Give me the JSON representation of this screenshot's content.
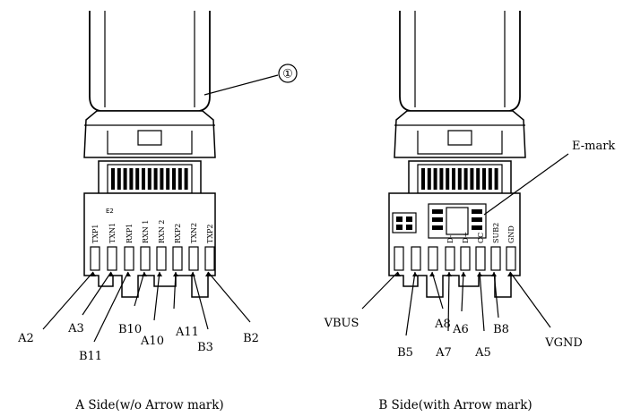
{
  "callout": "①",
  "emark_label": "E-mark",
  "board_code": "E2",
  "side_a": {
    "caption": "A Side(w/o Arrow mark)",
    "pins": [
      "TXP1",
      "TXN1",
      "RXP1",
      "RXN 1",
      "RXN 2",
      "RXP2",
      "TXN2",
      "TXP2"
    ],
    "labels": [
      "A2",
      "A3",
      "B11",
      "B10",
      "A10",
      "A11",
      "B3",
      "B2"
    ]
  },
  "side_b": {
    "caption": "B Side(with Arrow mark)",
    "pins": [
      "D-",
      "D+",
      "CC",
      "SUB2",
      "GND"
    ],
    "labels": [
      "VBUS",
      "B5",
      "A8",
      "A7",
      "A6",
      "A5",
      "B8",
      "VGND"
    ]
  }
}
